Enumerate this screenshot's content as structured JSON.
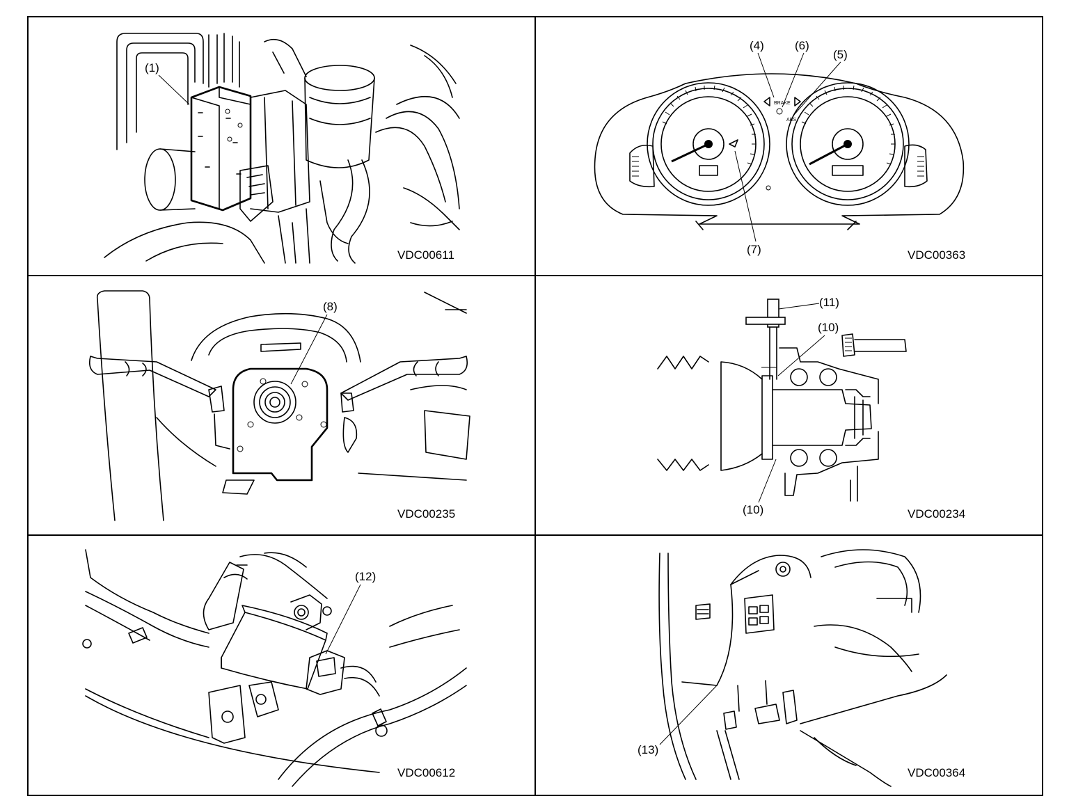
{
  "panels": [
    {
      "code": "VDC00611",
      "callouts": [
        "(1)"
      ]
    },
    {
      "code": "VDC00363",
      "callouts": [
        "(4)",
        "(6)",
        "(5)",
        "(7)"
      ]
    },
    {
      "code": "VDC00235",
      "callouts": [
        "(8)"
      ]
    },
    {
      "code": "VDC00234",
      "callouts": [
        "(11)",
        "(10)",
        "(10)"
      ]
    },
    {
      "code": "VDC00612",
      "callouts": [
        "(12)"
      ]
    },
    {
      "code": "VDC00364",
      "callouts": [
        "(13)"
      ]
    }
  ]
}
